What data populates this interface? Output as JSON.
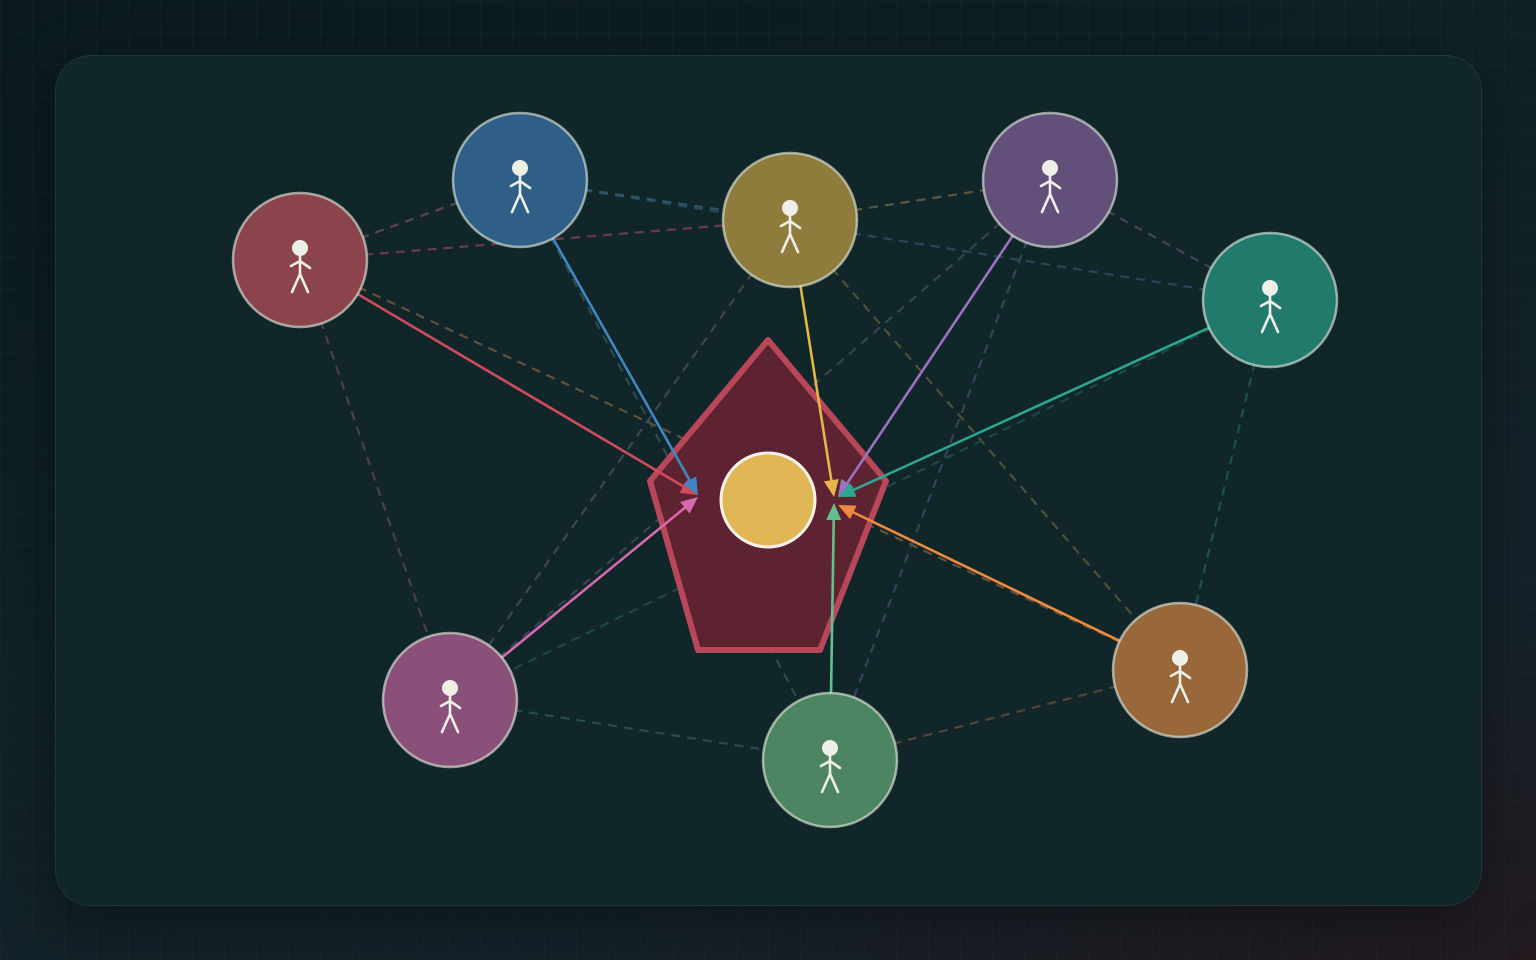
{
  "diagram": {
    "center": {
      "shape": "pentagon",
      "fill": "#5e2330",
      "stroke": "#b8475a",
      "core_color": "#e1b656",
      "core_stroke": "#f4f2ea"
    },
    "peers": [
      {
        "id": "red",
        "icon": "person-icon",
        "color": "#8b434c"
      },
      {
        "id": "blue",
        "icon": "person-icon",
        "color": "#2f5f86"
      },
      {
        "id": "gold",
        "icon": "person-icon",
        "color": "#8f7c3d"
      },
      {
        "id": "purple",
        "icon": "person-icon",
        "color": "#62507b"
      },
      {
        "id": "teal",
        "icon": "person-icon",
        "color": "#217a6c"
      },
      {
        "id": "orange",
        "icon": "person-icon",
        "color": "#98673a"
      },
      {
        "id": "green",
        "icon": "person-icon",
        "color": "#4d8462"
      },
      {
        "id": "pink",
        "icon": "person-icon",
        "color": "#8a5079"
      }
    ],
    "arrows": [
      {
        "from": "red",
        "to": "center",
        "color": "#d04b5e"
      },
      {
        "from": "blue",
        "to": "center",
        "color": "#3f86c6"
      },
      {
        "from": "gold",
        "to": "center",
        "color": "#e6b54a"
      },
      {
        "from": "purple",
        "to": "center",
        "color": "#9a72bd"
      },
      {
        "from": "teal",
        "to": "center",
        "color": "#2ca78f"
      },
      {
        "from": "orange",
        "to": "center",
        "color": "#ee8a3e"
      },
      {
        "from": "green",
        "to": "center",
        "color": "#62c08c"
      },
      {
        "from": "pink",
        "to": "center",
        "color": "#d668b0"
      }
    ],
    "links": [
      {
        "from": "red",
        "to": "blue",
        "color": "#6a4a5c"
      },
      {
        "from": "red",
        "to": "gold",
        "color": "#7a4150"
      },
      {
        "from": "red",
        "to": "pink",
        "color": "#5a4158"
      },
      {
        "from": "red",
        "to": "orange",
        "color": "#6f5a3c"
      },
      {
        "from": "blue",
        "to": "teal",
        "color": "#2c4f66"
      },
      {
        "from": "blue",
        "to": "green",
        "color": "#2b5456"
      },
      {
        "from": "blue",
        "to": "gold",
        "color": "#335a72"
      },
      {
        "from": "gold",
        "to": "purple",
        "color": "#6b6045"
      },
      {
        "from": "gold",
        "to": "orange",
        "color": "#5c5838"
      },
      {
        "from": "gold",
        "to": "pink",
        "color": "#4a4a5a"
      },
      {
        "from": "purple",
        "to": "teal",
        "color": "#4f4866"
      },
      {
        "from": "purple",
        "to": "green",
        "color": "#3e4866"
      },
      {
        "from": "teal",
        "to": "orange",
        "color": "#1f5a58"
      },
      {
        "from": "teal",
        "to": "pink",
        "color": "#1f4f52"
      },
      {
        "from": "orange",
        "to": "green",
        "color": "#5e4c3c"
      },
      {
        "from": "pink",
        "to": "green",
        "color": "#2c5456"
      },
      {
        "from": "pink",
        "to": "purple",
        "color": "#3d4a5c"
      }
    ]
  }
}
